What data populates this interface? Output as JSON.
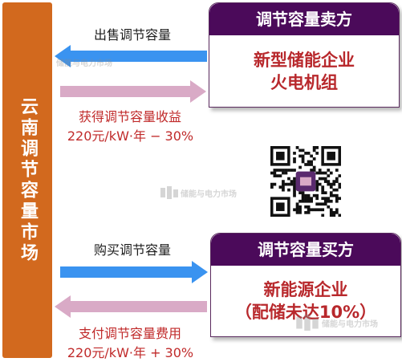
{
  "market": {
    "label": "云南调节容量市场"
  },
  "seller": {
    "title": "调节容量卖方",
    "line1": "新型储能企业",
    "line2": "火电机组"
  },
  "buyer": {
    "title": "调节容量买方",
    "line1": "新能源企业",
    "line2": "（配储未达10%）"
  },
  "flows": {
    "sell_label": "出售调节容量",
    "revenue_label": "获得调节容量收益",
    "revenue_price": "220元/kW·年 − 30%",
    "buy_label": "购买调节容量",
    "cost_label": "支付调节容量费用",
    "cost_price": "220元/kW·年 + 30%"
  },
  "colors": {
    "market_orange": "#d2691e",
    "header_purple": "#4b0a5a",
    "arrow_blue": "#3a93f0",
    "arrow_pink": "#d9aac6",
    "text_red": "#c02a2a"
  },
  "watermark": {
    "text": "储能与电力市场"
  },
  "icons": {
    "qr": "qr-code-icon",
    "logo": "brand-logo-icon"
  }
}
